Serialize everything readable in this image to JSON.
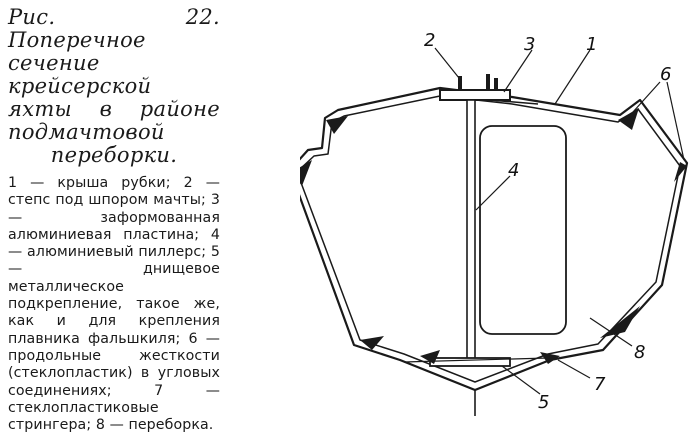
{
  "caption": {
    "title": "Рис. 22. Поперечное сечение крейсерской яхты в районе подмачтовой переборки.",
    "legend": "1 — крыша рубки; 2 — степс под шпором мачты; 3 — заформованная алюминиевая пластина; 4 — алюминиевый пиллерс; 5 — днищевое металлическое подкрепление, такое же, как и для крепления плавника фальшкиля; 6 — продольные жесткости (стеклопластик) в угловых соединениях; 7 — стеклопластиковые стрингера; 8 — переборка."
  },
  "figure": {
    "labels": {
      "l1": "1",
      "l2": "2",
      "l3": "3",
      "l4": "4",
      "l5": "5",
      "l6": "6",
      "l7": "7",
      "l8": "8"
    }
  }
}
